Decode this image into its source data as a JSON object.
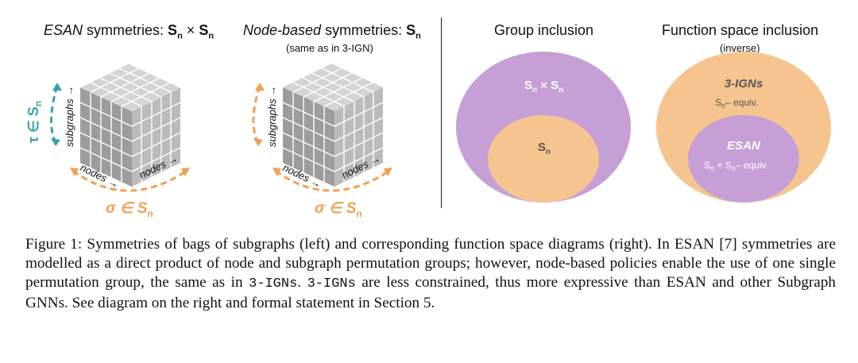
{
  "panels": {
    "esan": {
      "title_em": "ESAN",
      "title_rest": " symmetries: ",
      "sym": "S",
      "sub": "n",
      "times": " × ",
      "sym2": "S",
      "sub2": "n",
      "tau_label": "τ ∈ S",
      "tau_sub": "n",
      "subgraphs_label": "subgraphs →",
      "nodes_left": "nodes →",
      "nodes_right": "nodes →",
      "sigma_label": "σ ∈ S",
      "sigma_sub": "n"
    },
    "node": {
      "title_em": "Node-based",
      "title_rest": " symmetries: ",
      "sym": "S",
      "sub": "n",
      "subtitle": "(same as in 3-IGN)",
      "subgraphs_label": "subgraphs →",
      "nodes_left": "nodes →",
      "nodes_right": "nodes →",
      "sigma_label": "σ ∈ S",
      "sigma_sub": "n"
    },
    "group": {
      "title": "Group inclusion",
      "outer_label": "S",
      "outer_sub": "n",
      "outer_times": " × S",
      "outer_sub2": "n",
      "inner_label": "S",
      "inner_sub": "n"
    },
    "function": {
      "title": "Function space inclusion",
      "subtitle": "(inverse)",
      "outer_title": "3-IGNs",
      "outer_label": "S",
      "outer_sub": "n",
      "outer_suffix": "– equiv.",
      "inner_title": "ESAN",
      "inner_label": "S",
      "inner_sub": "n",
      "inner_times": " × S",
      "inner_sub2": "n",
      "inner_suffix": "– equiv."
    }
  },
  "colors": {
    "orange": "#f6c48e",
    "purple": "#c69fd6",
    "teal": "#3aa0ae",
    "orange_arrow": "#f0a050",
    "cube_top": "#d4d4d4",
    "cube_left": "#9a9a9a",
    "cube_right": "#b9b9b9"
  },
  "caption": {
    "p1": "Figure 1: Symmetries of bags of subgraphs (left) and corresponding function space diagrams (right). In ESAN [7] symmetries are modelled as a direct product of node and subgraph permutation groups; however, node-based policies enable the use of one single permutation group, the same as in ",
    "m1": "3-IGNs",
    "p2": ". ",
    "m2": "3-IGNs",
    "p3": " are less constrained, thus more expressive than ESAN and other Subgraph GNNs.  See diagram on the right and formal statement in Section 5."
  }
}
